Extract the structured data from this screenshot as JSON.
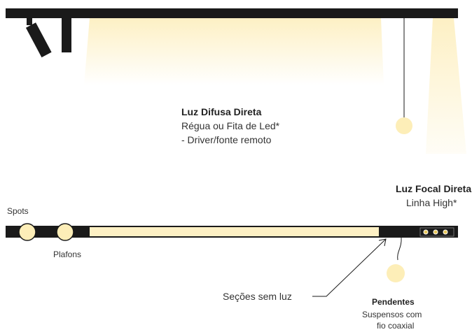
{
  "top_section": {
    "diffuse": {
      "title": "Luz Difusa Direta",
      "line1": "Régua ou Fita de Led*",
      "line2": "- Driver/fonte remoto"
    }
  },
  "bottom_section": {
    "focal": {
      "title": "Luz Focal Direta",
      "subtitle": "Linha High*"
    },
    "spots_label": "Spots",
    "plafons_label": "Plafons",
    "sections_label": "Seções sem luz",
    "pendentes": {
      "title": "Pendentes",
      "line1": "Suspensos com",
      "line2": "fio coaxial"
    }
  },
  "colors": {
    "rail": "#1a1a1a",
    "light_beam": "#fdf2cc",
    "light_strip": "#fdf0c4",
    "bulb": "#fdeeb8",
    "bulb_stroke": "#333333",
    "accent_led": "#e8c85a"
  }
}
